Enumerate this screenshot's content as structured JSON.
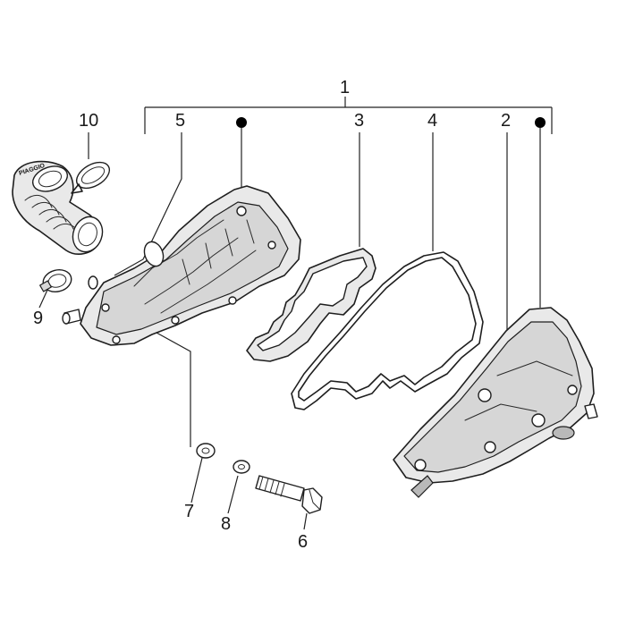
{
  "labels": {
    "assembly": "1",
    "screw": "2",
    "filter_element": "3",
    "gasket": "4",
    "housing_half": "5",
    "bolt": "6",
    "washer_a": "7",
    "washer_b": "8",
    "clamp_small": "9",
    "clamp_large": "10"
  },
  "duct_logo": "PIAGGIO",
  "colors": {
    "line": "#1e1e1e",
    "shade_light": "#e9e9e9",
    "shade_mid": "#d6d6d6",
    "background": "#ffffff"
  }
}
